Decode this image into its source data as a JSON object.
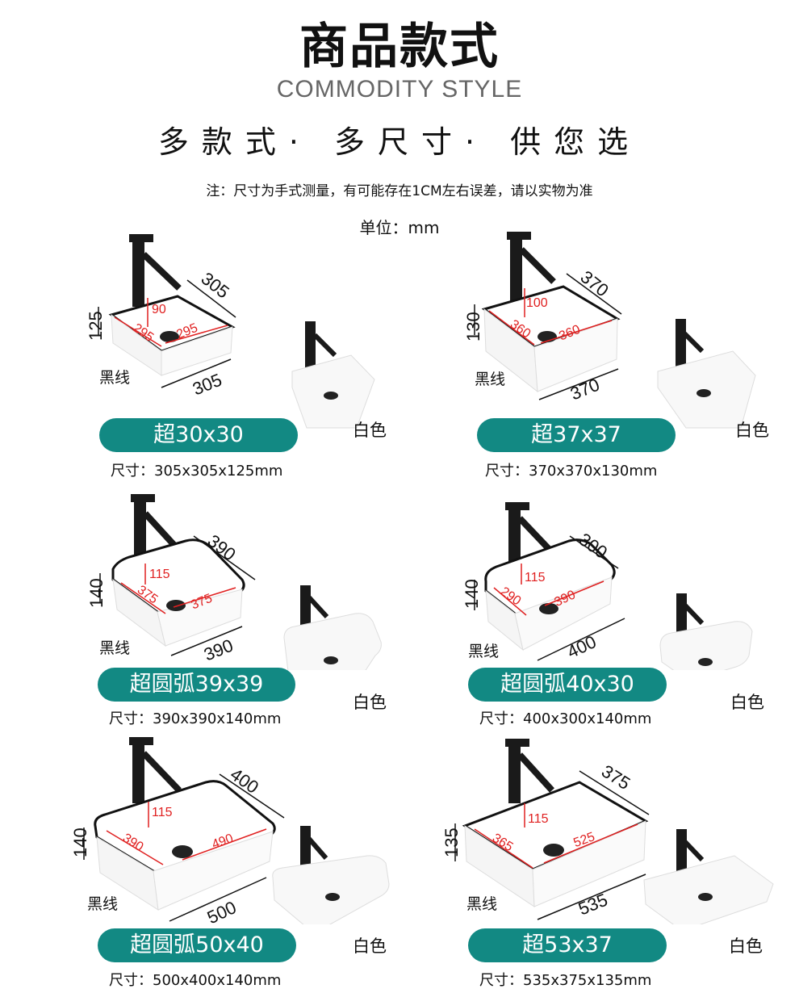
{
  "header": {
    "title": "商品款式",
    "subtitle": "COMMODITY STYLE",
    "tagline": "多款式· 多尺寸· 供您选",
    "note": "注：尺寸为手式测量，有可能存在1CM左右误差，请以实物为准",
    "unit": "单位：mm"
  },
  "products": [
    {
      "name": "超30x30",
      "size_text": "尺寸：305x305x125mm",
      "edge_label": "黑线",
      "color_label": "白色",
      "dims": {
        "width": "305",
        "depth": "305",
        "height": "125",
        "depth_inner": "90",
        "inner_left": "295",
        "inner_right": "295"
      }
    },
    {
      "name": "超37x37",
      "size_text": "尺寸：370x370x130mm",
      "edge_label": "黑线",
      "color_label": "白色",
      "dims": {
        "width": "370",
        "depth": "370",
        "height": "130",
        "depth_inner": "100",
        "inner_left": "360",
        "inner_right": "360"
      }
    },
    {
      "name": "超圆弧39x39",
      "size_text": "尺寸：390x390x140mm",
      "edge_label": "黑线",
      "color_label": "白色",
      "dims": {
        "width": "390",
        "depth": "390",
        "height": "140",
        "depth_inner": "115",
        "inner_left": "375",
        "inner_right": "375"
      }
    },
    {
      "name": "超圆弧40x30",
      "size_text": "尺寸：400x300x140mm",
      "edge_label": "黑线",
      "color_label": "白色",
      "dims": {
        "width": "400",
        "depth": "300",
        "height": "140",
        "depth_inner": "115",
        "inner_left": "290",
        "inner_right": "390"
      }
    },
    {
      "name": "超圆弧50x40",
      "size_text": "尺寸：500x400x140mm",
      "edge_label": "黑线",
      "color_label": "白色",
      "dims": {
        "width": "500",
        "depth": "400",
        "height": "140",
        "depth_inner": "115",
        "inner_left": "390",
        "inner_right": "490"
      }
    },
    {
      "name": "超53x37",
      "size_text": "尺寸：535x375x135mm",
      "edge_label": "黑线",
      "color_label": "白色",
      "dims": {
        "width": "535",
        "depth": "375",
        "height": "135",
        "depth_inner": "115",
        "inner_left": "365",
        "inner_right": "525"
      }
    }
  ],
  "colors": {
    "accent": "#128983",
    "dimension_red": "#e02020",
    "rim_black": "#111111"
  }
}
